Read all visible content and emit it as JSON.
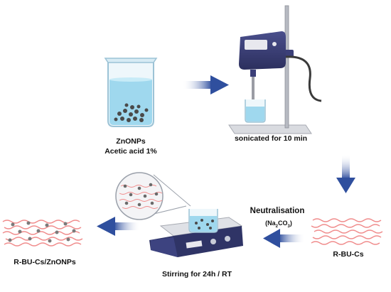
{
  "steps": {
    "mixture": {
      "line1": "ZnONPs",
      "line2": "Acetic acid 1%"
    },
    "sonication": {
      "label": "sonicated for 10 min"
    },
    "chitosan": {
      "label": "R-BU-Cs"
    },
    "neutralisation": {
      "label": "Neutralisation",
      "reagent_prefix": "(Na",
      "reagent_sub1": "2",
      "reagent_mid": "CO",
      "reagent_sub2": "3",
      "reagent_suffix": ")"
    },
    "stirring": {
      "label": "Stirring for 24h / RT"
    },
    "product": {
      "label": "R-BU-Cs/ZnONPs"
    }
  },
  "colors": {
    "arrow": "#2f4f9e",
    "liquid": "#9fd8ee",
    "glass": "#cfe6f1",
    "particle": "#4a4a4a",
    "polymer": "#f08c8c",
    "device_body": "#3b3f78",
    "device_light": "#e8e8ee"
  }
}
